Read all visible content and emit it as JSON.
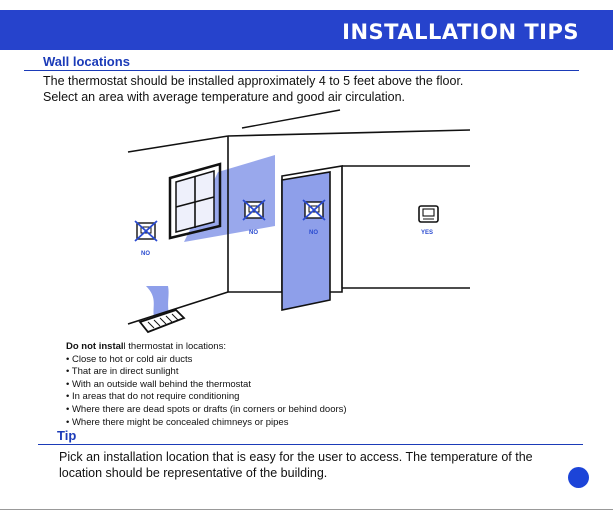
{
  "header": {
    "title": "INSTALLATION TIPS"
  },
  "wall_locations": {
    "heading": "Wall locations",
    "line1": "The thermostat should be installed approximately 4 to 5 feet above the floor.",
    "line2": "Select an area with average temperature and good air circulation."
  },
  "illustration": {
    "labels": {
      "no": "NO",
      "yes": "YES"
    }
  },
  "do_not": {
    "lead_bold": "Do not instal",
    "lead_rest": "l thermostat in locations:",
    "items": [
      "Close to hot or cold air ducts",
      "That are in direct sunlight",
      "With an outside wall behind the thermostat",
      "In areas that do not require conditioning",
      "Where there are dead spots or drafts (in corners or behind doors)",
      "Where there might be concealed chimneys or pipes"
    ]
  },
  "tip": {
    "heading": "Tip",
    "text": "Pick an installation location that is easy for the user to access. The temperature of the location should be representative of the building."
  },
  "colors": {
    "accent": "#2643cc",
    "highlight": "#8e9fea"
  }
}
